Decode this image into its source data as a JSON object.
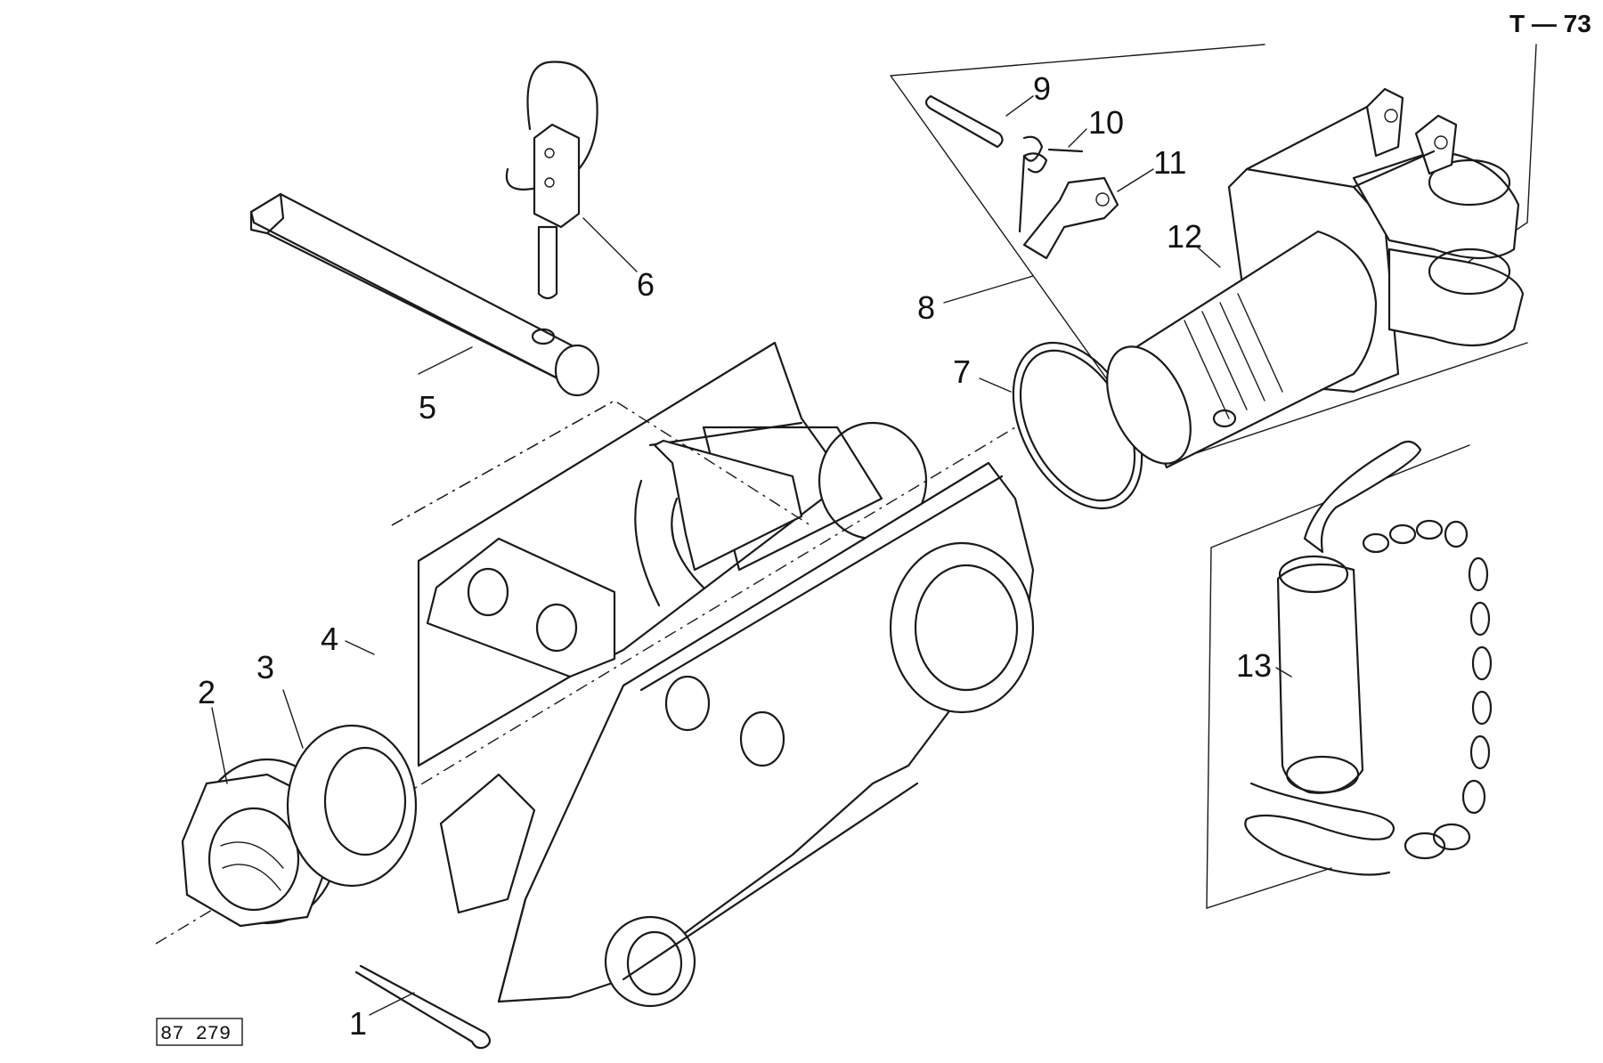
{
  "sheet_code": "T — 73",
  "drawing_number": "87 279",
  "callouts": [
    "1",
    "2",
    "3",
    "4",
    "5",
    "6",
    "7",
    "8",
    "9",
    "10",
    "11",
    "12",
    "13"
  ]
}
